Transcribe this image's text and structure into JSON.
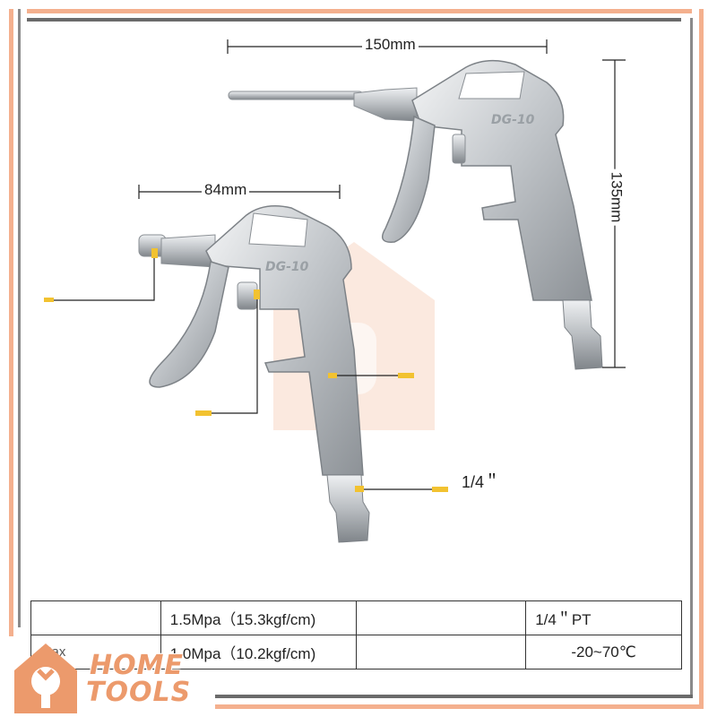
{
  "dimensions": {
    "large_width": "150mm",
    "large_height": "135mm",
    "small_width": "84mm"
  },
  "callout_fitting": "1/4＂",
  "gun_marking": "DG-10",
  "specs": {
    "rows": [
      [
        "",
        "1.5Mpa（15.3kgf/cm)",
        "",
        "1/4＂PT"
      ],
      [
        "Max",
        "1.0Mpa（10.2kgf/cm)",
        "",
        "-20~70℃"
      ]
    ]
  },
  "brand": {
    "line1": "HOME",
    "line2": "TOOLS"
  },
  "colors": {
    "frame_orange": "#f4b08e",
    "frame_gray": "#6b6b6b",
    "callout_yellow": "#f2c230",
    "brand_orange": "#ec9a6c",
    "metal": "#c9ccd0"
  }
}
